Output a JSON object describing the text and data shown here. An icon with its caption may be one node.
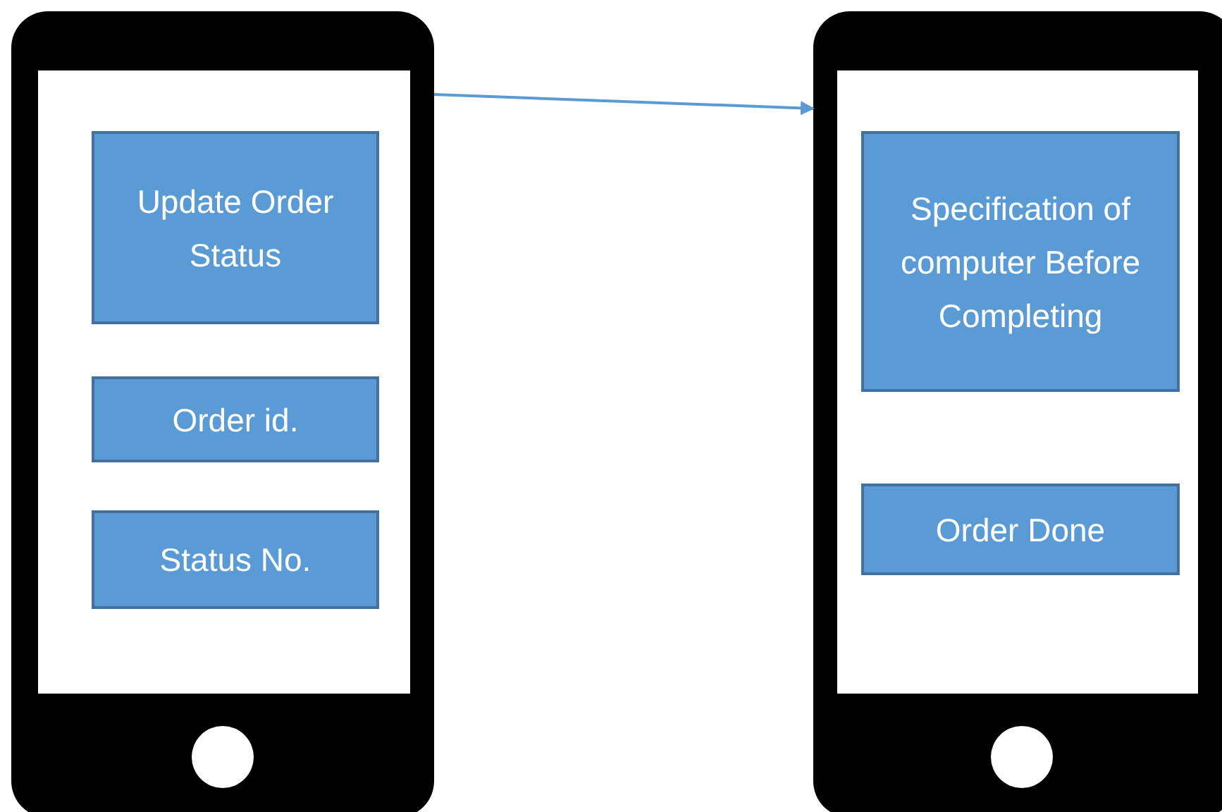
{
  "diagram": {
    "nodes": [
      {
        "text": [],
        "shape": "phone"
      },
      {
        "text": [
          "Update Order Status"
        ],
        "in": 0
      },
      {
        "text": [
          "Order id."
        ],
        "in": 0
      },
      {
        "text": [
          "Status No."
        ],
        "in": 0
      },
      {
        "text": [],
        "shape": "phone"
      },
      {
        "text": [
          "Specification of computer Before Completing"
        ],
        "in": 4
      },
      {
        "text": [
          "Order Done"
        ],
        "in": 4
      }
    ],
    "edges": [
      {
        "from": 0,
        "to": 4,
        "arrow": "to"
      }
    ]
  }
}
